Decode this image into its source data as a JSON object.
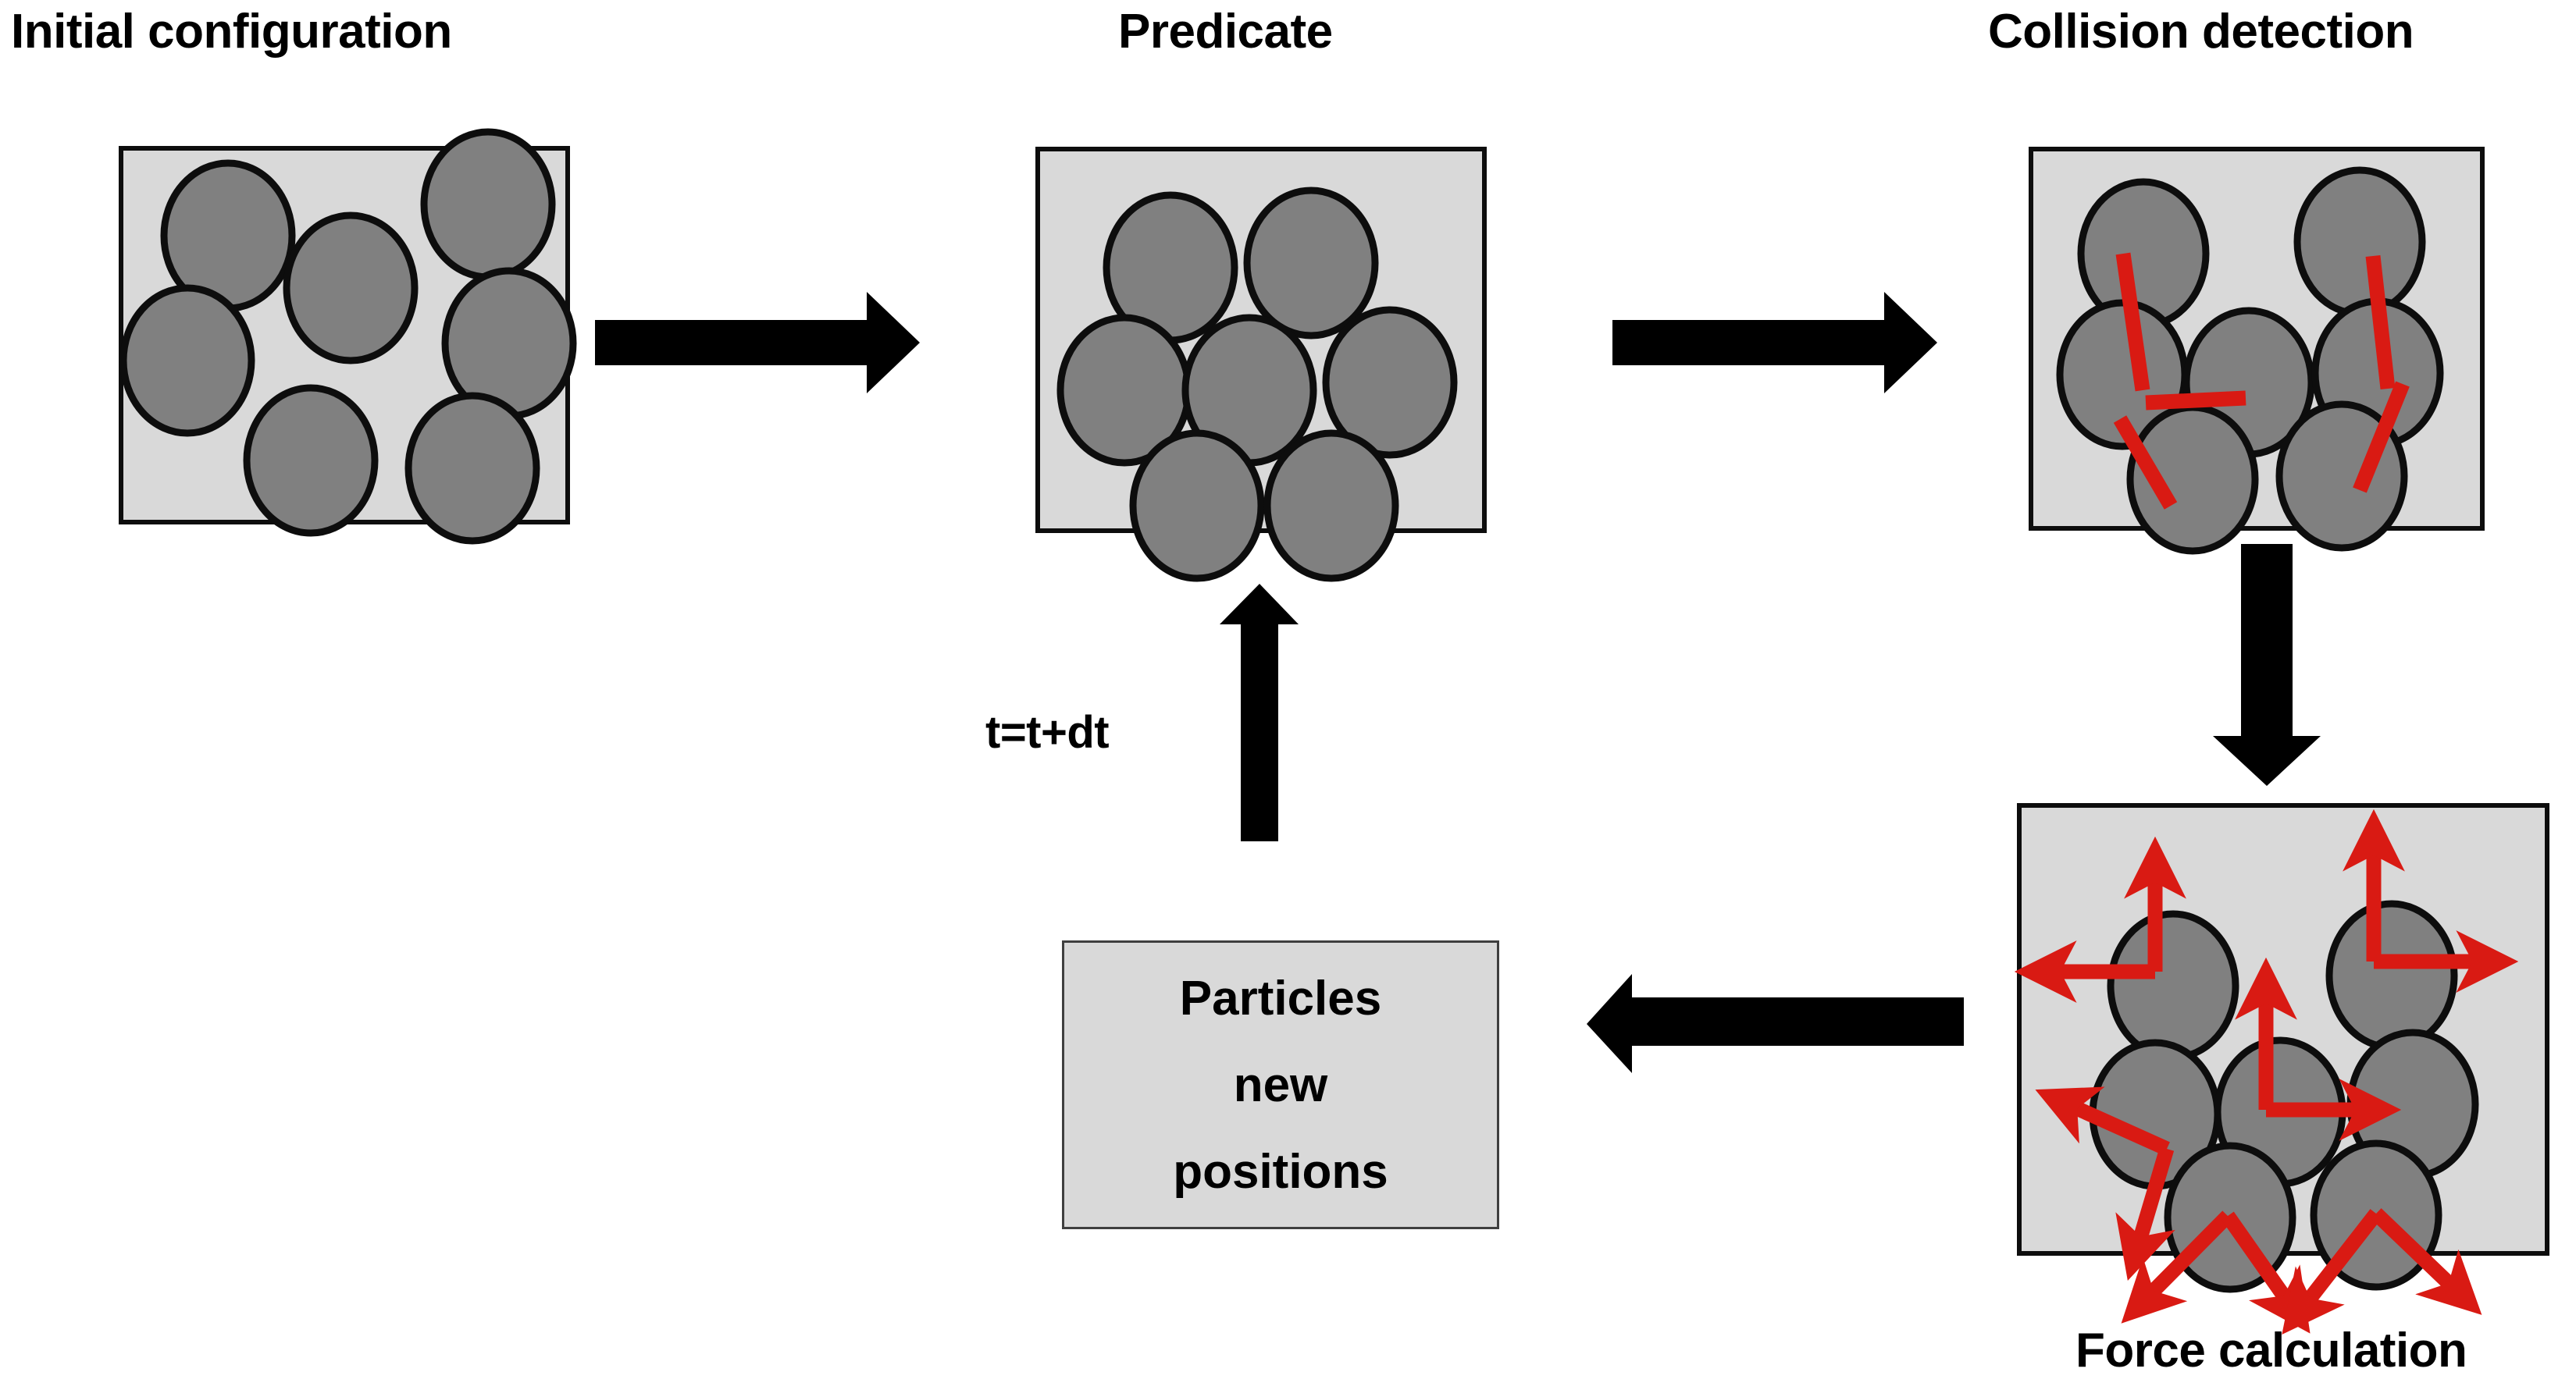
{
  "diagram": {
    "title_labels": {
      "initial_configuration": "Initial configuration",
      "predicate": "Predicate",
      "collision_detection": "Collision detection",
      "force_calculation": "Force calculation"
    },
    "loop_label": "t=t+dt",
    "process_box": {
      "line1": "Particles",
      "line2": "new",
      "line3": "positions"
    },
    "colors": {
      "panel_fill": "#d9d9d9",
      "particle_fill": "#808080",
      "particle_stroke": "#0d0d0d",
      "overlap_marker": "#d91a13",
      "force_vector": "#d91a13",
      "arrow": "#000000",
      "text": "#000000"
    },
    "panels": [
      {
        "name": "initial-configuration",
        "particle_count": 7,
        "has_overlap_markers": false,
        "has_force_vectors": false
      },
      {
        "name": "predicate",
        "particle_count": 7,
        "has_overlap_markers": false,
        "has_force_vectors": false
      },
      {
        "name": "collision-detection",
        "particle_count": 7,
        "has_overlap_markers": true,
        "overlap_marker_count": 5,
        "has_force_vectors": false
      },
      {
        "name": "force-calculation",
        "particle_count": 7,
        "has_overlap_markers": false,
        "has_force_vectors": true,
        "force_vector_count": 10
      }
    ],
    "flow_arrows": [
      {
        "name": "initial-to-predicate",
        "direction": "right"
      },
      {
        "name": "predicate-to-collision",
        "direction": "right"
      },
      {
        "name": "collision-to-force",
        "direction": "down"
      },
      {
        "name": "force-to-particles",
        "direction": "left"
      },
      {
        "name": "particles-to-predicate",
        "direction": "up"
      }
    ]
  }
}
